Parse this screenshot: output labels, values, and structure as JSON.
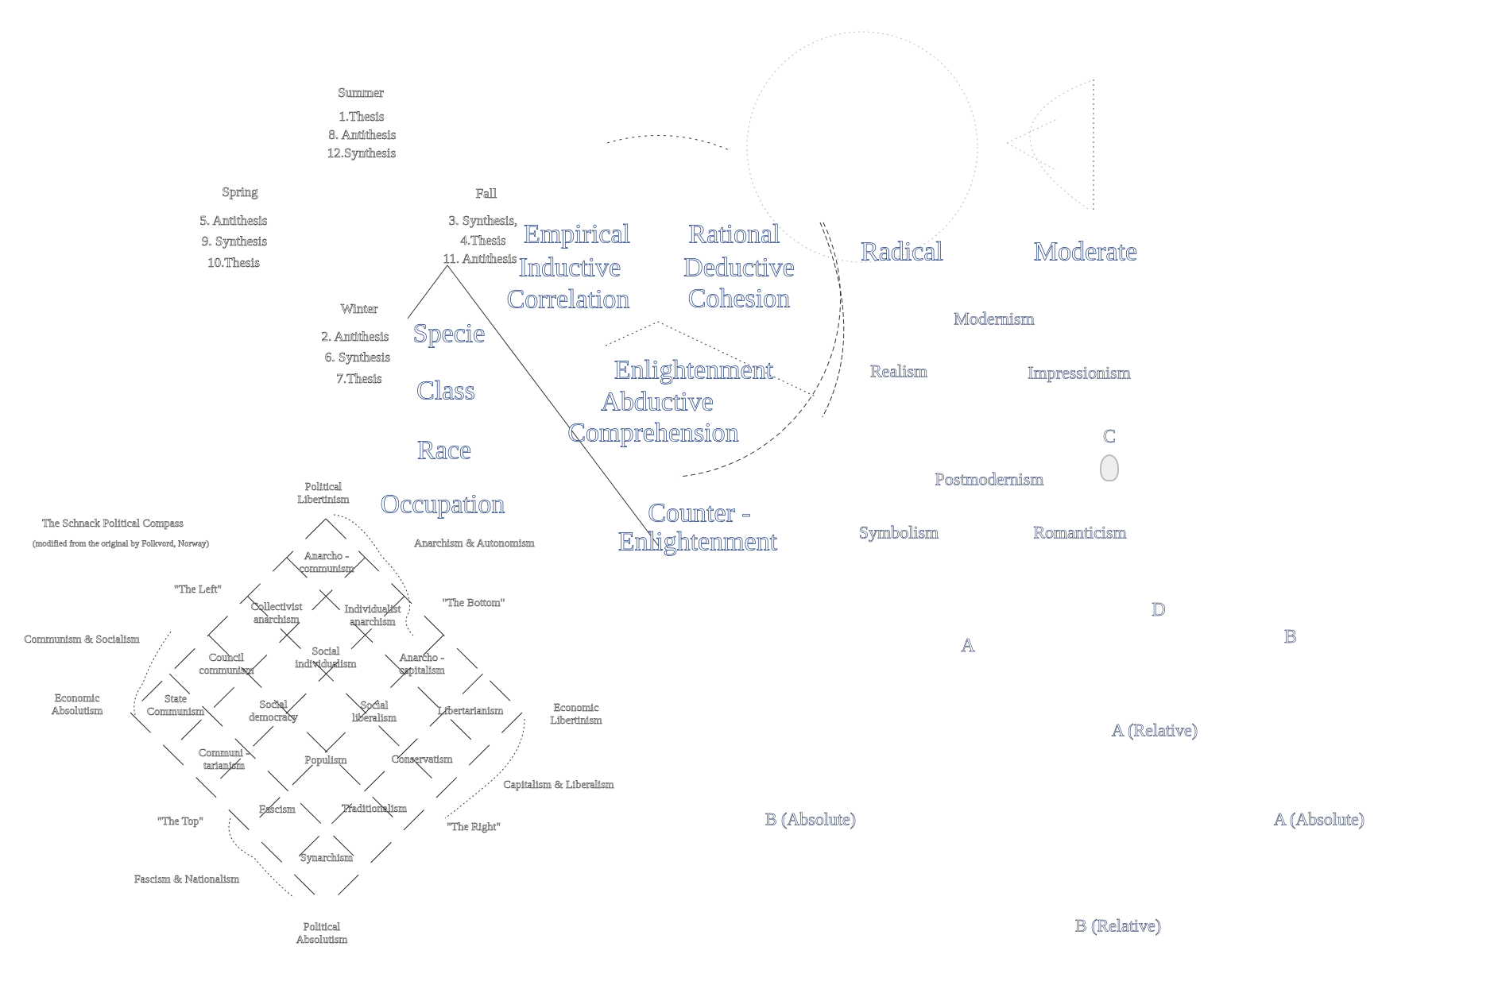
{
  "seasons": {
    "summer": {
      "title": "Summer",
      "items": [
        "1.Thesis",
        "8. Antithesis",
        "12.Synthesis"
      ]
    },
    "spring": {
      "title": "Spring",
      "items": [
        "5. Antithesis",
        "9. Synthesis",
        "10.Thesis"
      ]
    },
    "fall": {
      "title": "Fall",
      "items": [
        "3. Synthesis,",
        "4.Thesis",
        "11. Antithesis"
      ]
    },
    "winter": {
      "title": "Winter",
      "items": [
        "2. Antithesis",
        "6. Synthesis",
        "7.Thesis"
      ]
    }
  },
  "categories": [
    "Specie",
    "Class",
    "Race",
    "Occupation"
  ],
  "reasoning": {
    "empirical": [
      "Empirical",
      "Inductive",
      "Correlation"
    ],
    "rational": [
      "Rational",
      "Deductive",
      "Cohesion"
    ],
    "enlightenment": [
      "Enlightenment",
      "Abductive",
      "Comprehension"
    ],
    "counter": [
      "Counter -",
      "Enlightenment"
    ]
  },
  "movements": {
    "radical": "Radical",
    "moderate": "Moderate",
    "modernism": "Modernism",
    "realism": "Realism",
    "impressionism": "Impressionism",
    "c": "C",
    "postmodernism": "Postmodernism",
    "symbolism": "Symbolism",
    "romanticism": "Romanticism"
  },
  "relations": {
    "d": "D",
    "a": "A",
    "b": "B",
    "a_relative": "A (Relative)",
    "b_absolute": "B (Absolute)",
    "a_absolute": "A (Absolute)",
    "b_relative": "B (Relative)"
  },
  "compass": {
    "title": "The Schnack Political Compass",
    "subtitle": "(modified from the original by Folkvord, Norway)",
    "political_libertinism": [
      "Political",
      "Libertinism"
    ],
    "political_absolutism": [
      "Political",
      "Absolutism"
    ],
    "economic_absolutism": [
      "Economic",
      "Absolutism"
    ],
    "economic_libertinism": [
      "Economic",
      "Libertinism"
    ],
    "regions": {
      "anarchism": "Anarchism & Autonomism",
      "communism": "Communism & Socialism",
      "capitalism": "Capitalism & Liberalism",
      "fascism": "Fascism & Nationalism",
      "left": "\"The Left\"",
      "bottom": "\"The Bottom\"",
      "top": "\"The Top\"",
      "right": "\"The Right\""
    },
    "cells": {
      "anarcho_communism": [
        "Anarcho -",
        "communism"
      ],
      "collectivist_anarchism": [
        "Collectivist",
        "anarchism"
      ],
      "individualist_anarchism": [
        "Individualist",
        "anarchism"
      ],
      "council_communism": [
        "Council",
        "communism"
      ],
      "social_individualism": [
        "Social",
        "individualism"
      ],
      "anarcho_capitalism": [
        "Anarcho -",
        "capitalism"
      ],
      "state_communism": [
        "State",
        "Communism"
      ],
      "social_democracy": [
        "Social",
        "democracy"
      ],
      "social_liberalism": [
        "Social",
        "liberalism"
      ],
      "libertarianism": [
        "Libertarianism"
      ],
      "communitarianism": [
        "Communi -",
        "tarianism"
      ],
      "populism": [
        "Populism"
      ],
      "conservatism": [
        "Conservatism"
      ],
      "fascism": [
        "Fascism"
      ],
      "traditionalism": [
        "Traditionalism"
      ],
      "synarchism": [
        "Synarchism"
      ]
    }
  }
}
